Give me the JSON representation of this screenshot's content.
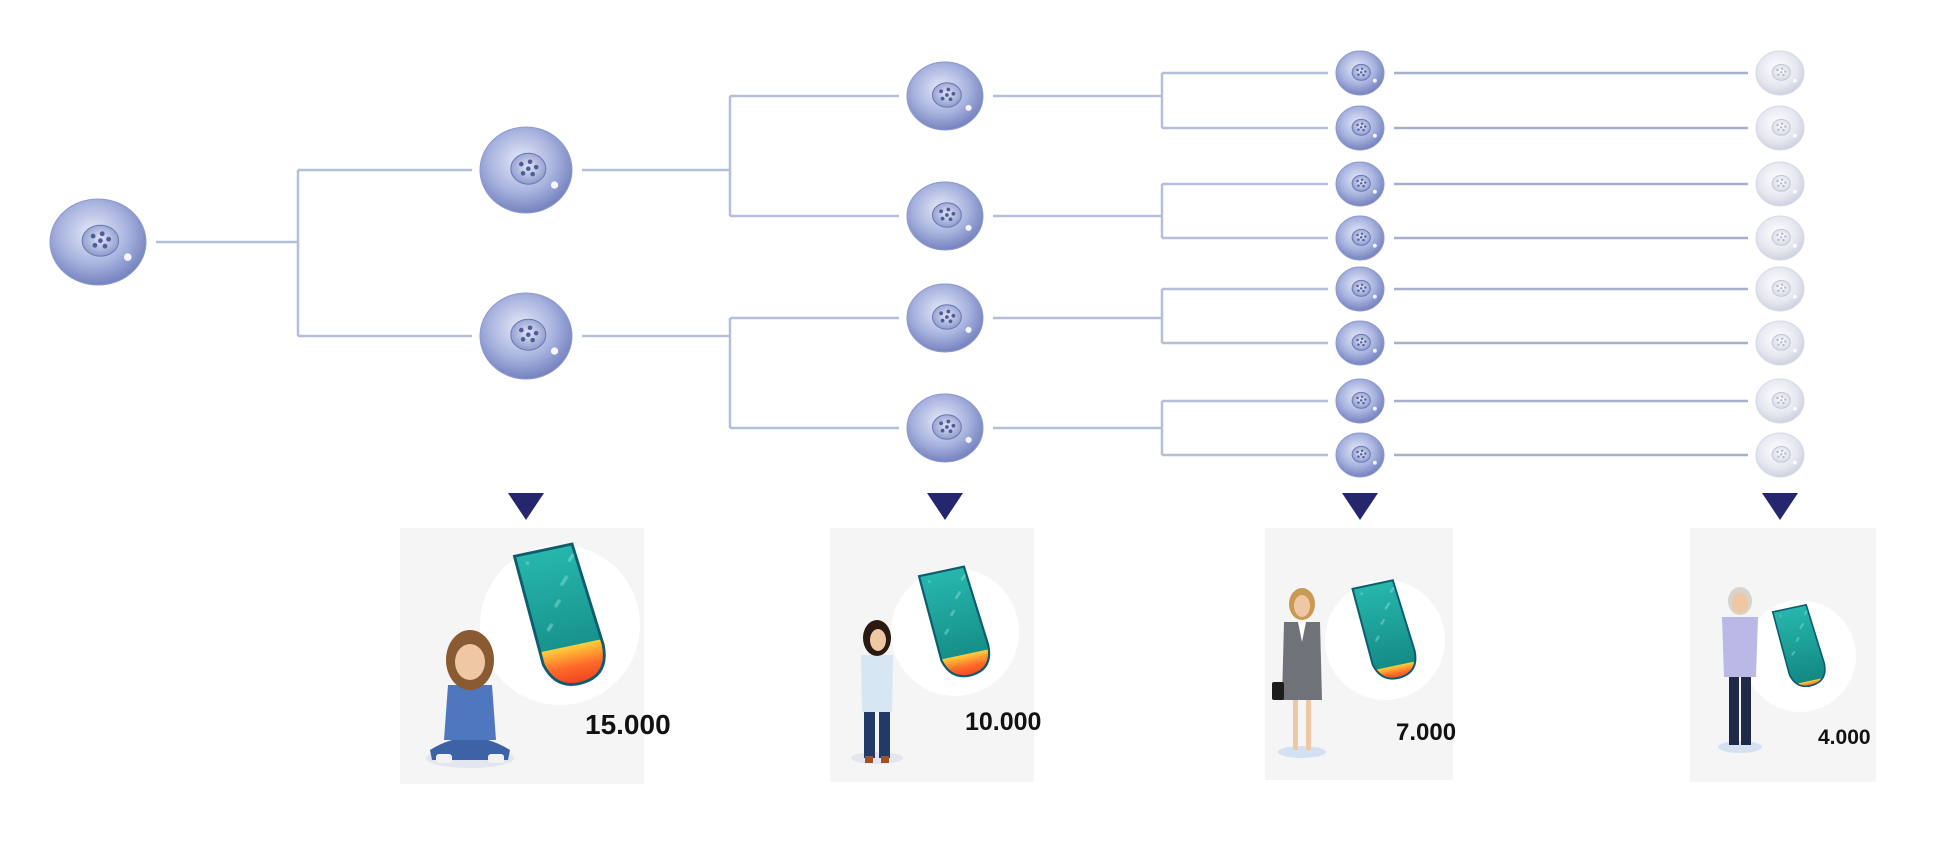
{
  "diagram": {
    "generations": [
      {
        "cells": 1,
        "state": "vital"
      },
      {
        "cells": 2,
        "state": "vital"
      },
      {
        "cells": 4,
        "state": "vital"
      },
      {
        "cells": 8,
        "state": "vital"
      },
      {
        "cells": 8,
        "state": "faded"
      }
    ],
    "stages": [
      {
        "person": "child",
        "value": "15.000",
        "telomere_fraction": 0.3
      },
      {
        "person": "young-woman",
        "value": "10.000",
        "telomere_fraction": 0.22
      },
      {
        "person": "businesswoman",
        "value": "7.000",
        "telomere_fraction": 0.15
      },
      {
        "person": "senior-woman",
        "value": "4.000",
        "telomere_fraction": 0.08
      }
    ],
    "colors": {
      "cell": "#9aa6d6",
      "cell_dark": "#5c6aa8",
      "cell_faded": "#d9dbe6",
      "line": "#b6bfd9",
      "arrow": "#26266e",
      "telomere": "#1aa79f",
      "telomere_dark": "#0d6e6a",
      "telomere_hot": "#f4502a",
      "telomere_warm": "#ffb020"
    }
  }
}
